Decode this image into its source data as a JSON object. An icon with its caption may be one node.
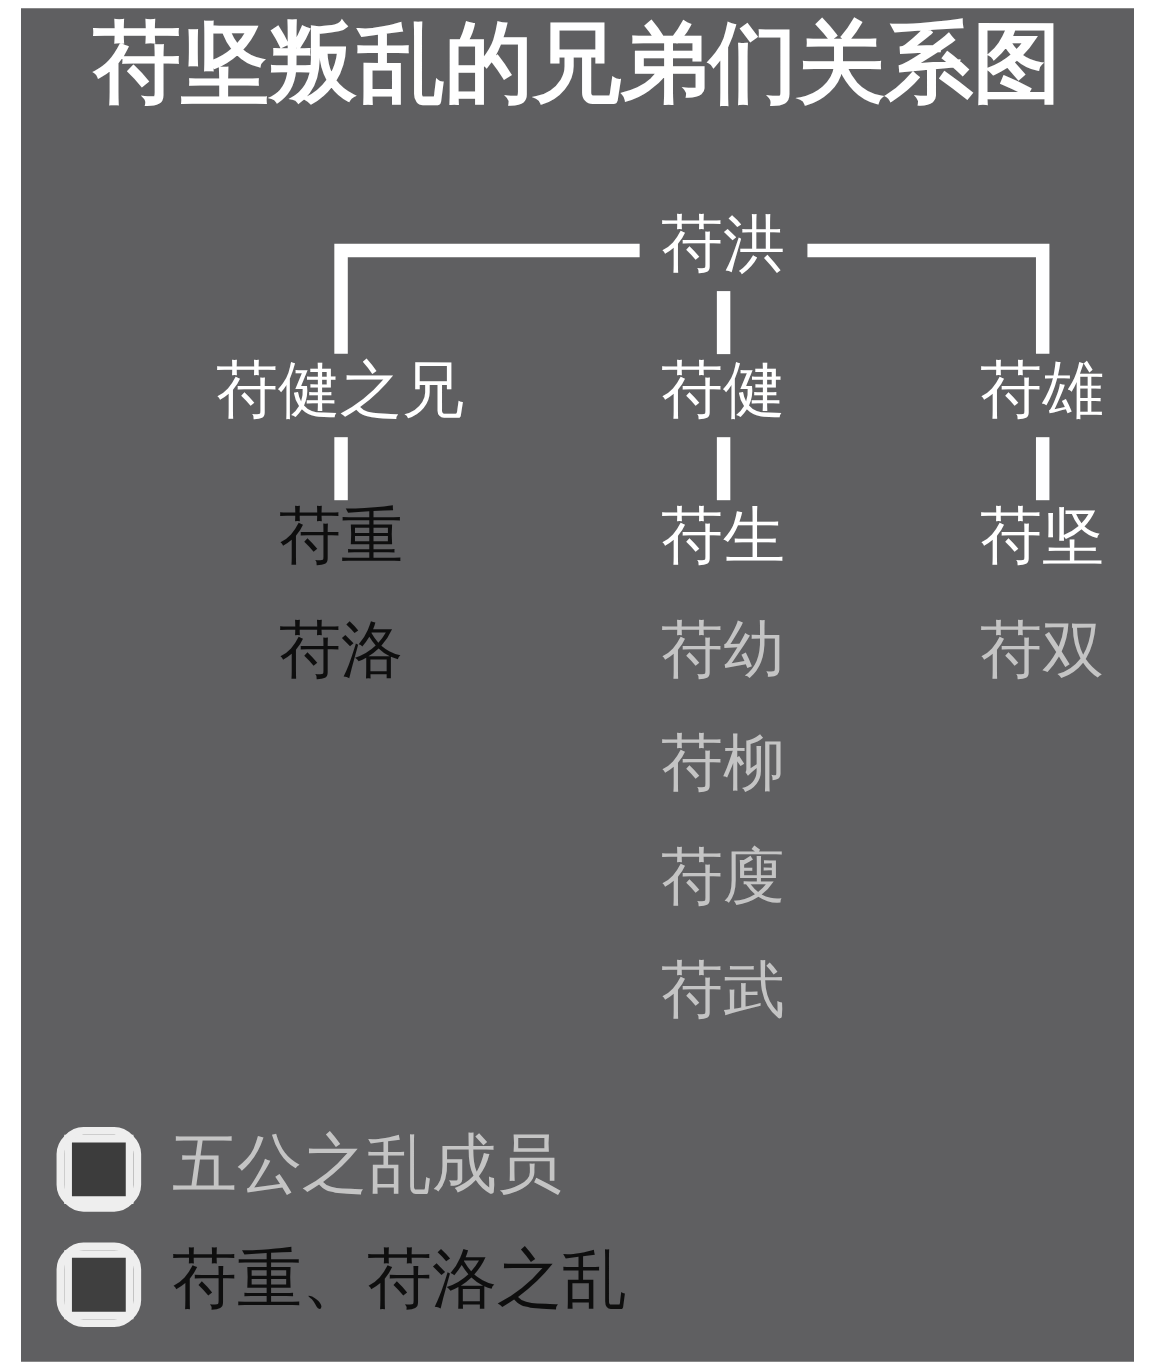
{
  "diagram": {
    "title": "苻坚叛乱的兄弟们关系图",
    "nodes": [
      {
        "text": [
          "苻洪"
        ]
      },
      {
        "text": [
          "苻健之兄"
        ]
      },
      {
        "text": [
          "苻健"
        ]
      },
      {
        "text": [
          "苻雄"
        ]
      },
      {
        "text": [
          "苻重"
        ]
      },
      {
        "text": [
          "苻洛"
        ]
      },
      {
        "text": [
          "苻生"
        ]
      },
      {
        "text": [
          "苻幼"
        ]
      },
      {
        "text": [
          "苻柳"
        ]
      },
      {
        "text": [
          "苻廋"
        ]
      },
      {
        "text": [
          "苻武"
        ]
      },
      {
        "text": [
          "苻坚"
        ]
      },
      {
        "text": [
          "苻双"
        ]
      }
    ],
    "edges": [
      {
        "from": 0,
        "to": 1,
        "arrow": "none"
      },
      {
        "from": 0,
        "to": 2,
        "arrow": "none"
      },
      {
        "from": 0,
        "to": 3,
        "arrow": "none"
      },
      {
        "from": 1,
        "to": 4,
        "arrow": "none"
      },
      {
        "from": 2,
        "to": 6,
        "arrow": "none"
      },
      {
        "from": 3,
        "to": 11,
        "arrow": "none"
      }
    ],
    "legend": [
      {
        "text": "五公之乱成员",
        "color": "#3c3c3c"
      },
      {
        "text": "苻重、苻洛之乱",
        "color": "#3f3f3f"
      }
    ]
  }
}
